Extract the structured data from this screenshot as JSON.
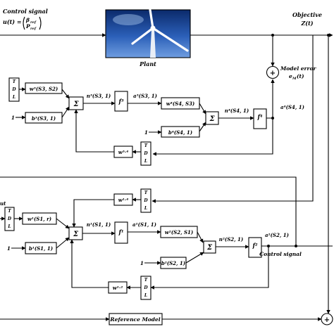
{
  "control_signal": {
    "title": "Control signal",
    "equation": "u(t) = ",
    "vector_top": "β",
    "vector_top_sub": "ref",
    "vector_bottom": "P",
    "vector_bottom_sub": "ref"
  },
  "plant": {
    "label": "Plant"
  },
  "objective": {
    "title": "Objective",
    "symbol": "Z(t)"
  },
  "model_error": {
    "title": "Model error",
    "symbol": "e",
    "sub": "M",
    "arg": "(t)"
  },
  "sum_symbol": "Σ",
  "plus_symbol": "+",
  "model_network": {
    "tdl_input": "TDL",
    "w_in": "w³(S3, S2)",
    "b_in": "b³(S3, 1)",
    "bias_input": "1",
    "n_hidden": "n³(S3, 1)",
    "f_hidden": "f³",
    "a_hidden": "a³(S3, 1)",
    "w_out": "w⁴(S4, S3)",
    "b_out": "b⁴(S4, 1)",
    "n_out": "n⁴(S4, 1)",
    "f_out": "f⁴",
    "a_out": "a⁴(S4, 1)",
    "w_feedback": "w³·⁴",
    "tdl_feedback": "TDL"
  },
  "controller_network": {
    "input_label": "ut",
    "tdl_input": "TDL",
    "w_in": "w¹(S1, r)",
    "b_in": "b¹(S1, 1)",
    "bias_input": "1",
    "n_hidden": "n¹(S1, 1)",
    "f_hidden": "f¹",
    "a_hidden": "a¹(S1, 1)",
    "w_out": "w²(S2, S1)",
    "b_out": "b²(S2, 1)",
    "bias_output": "1",
    "n_out": "n²(S2, 1)",
    "f_out": "f²",
    "a_out": "a²(S2, 1)",
    "w_feedback_top": "w¹·⁴",
    "tdl_feedback_top": "TDL",
    "w_feedback_bottom": "w¹·²",
    "tdl_feedback_bottom": "TDL",
    "output_label": "Control signal"
  },
  "reference_model": {
    "label": "Reference Model"
  }
}
